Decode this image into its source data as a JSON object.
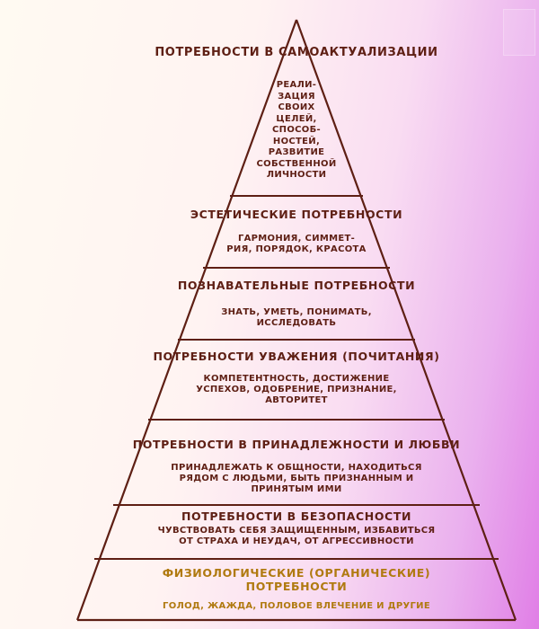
{
  "levels": [
    {
      "title": "ПОТРЕБНОСТИ В САМОАКТУАЛИЗАЦИИ",
      "description": "РЕАЛИ-\nЗАЦИЯ\nСВОИХ\nЦЕЛЕЙ,\nСПОСОБ-\nНОСТЕЙ,\nРАЗВИТИЕ\nСОБСТВЕННОЙ\nЛИЧНОСТИ"
    },
    {
      "title": "ЭСТЕТИЧЕСКИЕ ПОТРЕБНОСТИ",
      "description": "ГАРМОНИЯ, СИММЕТ-\nРИЯ, ПОРЯДОК, КРАСОТА"
    },
    {
      "title": "ПОЗНАВАТЕЛЬНЫЕ ПОТРЕБНОСТИ",
      "description": "ЗНАТЬ, УМЕТЬ, ПОНИМАТЬ,\nИССЛЕДОВАТЬ"
    },
    {
      "title": "ПОТРЕБНОСТИ УВАЖЕНИЯ (ПОЧИТАНИЯ)",
      "description": "КОМПЕТЕНТНОСТЬ, ДОСТИЖЕНИЕ\nУСПЕХОВ, ОДОБРЕНИЕ, ПРИЗНАНИЕ,\nАВТОРИТЕТ"
    },
    {
      "title": "ПОТРЕБНОСТИ В ПРИНАДЛЕЖНОСТИ И ЛЮБВИ",
      "description": "ПРИНАДЛЕЖАТЬ К ОБЩНОСТИ, НАХОДИТЬСЯ\nРЯДОМ С ЛЮДЬМИ, БЫТЬ ПРИЗНАННЫМ И\nПРИНЯТЫМ ИМИ"
    },
    {
      "title": "ПОТРЕБНОСТИ В БЕЗОПАСНОСТИ",
      "description": "ЧУВСТВОВАТЬ СЕБЯ ЗАЩИЩЕННЫМ, ИЗБАВИТЬСЯ\nОТ СТРАХА И НЕУДАЧ, ОТ АГРЕССИВНОСТИ"
    },
    {
      "title": "ФИЗИОЛОГИЧЕСКИЕ (ОРГАНИЧЕСКИЕ)\nПОТРЕБНОСТИ",
      "description": "ГОЛОД, ЖАЖДА, ПОЛОВОЕ ВЛЕЧЕНИЕ И ДРУГИЕ"
    }
  ],
  "colors": {
    "line": "#5e1f14",
    "text": "#5e1f14",
    "base_level_text": "#b07a10"
  }
}
